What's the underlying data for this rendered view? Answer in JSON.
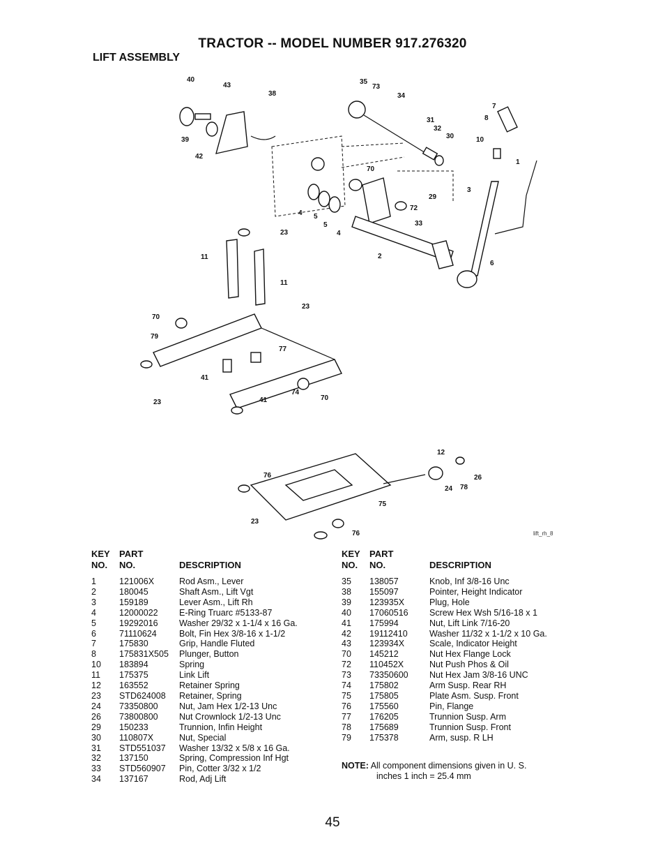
{
  "header": {
    "title": "TRACTOR -- MODEL NUMBER 917.276320",
    "section": "LIFT ASSEMBLY"
  },
  "figure": {
    "id_label": "lift_rh_8",
    "callouts": [
      "40",
      "43",
      "38",
      "39",
      "42",
      "35",
      "73",
      "34",
      "31",
      "7",
      "8",
      "32",
      "30",
      "10",
      "1",
      "70",
      "3",
      "29",
      "72",
      "33",
      "4",
      "5",
      "5",
      "4",
      "2",
      "6",
      "23",
      "11",
      "11",
      "23",
      "70",
      "79",
      "77",
      "41",
      "23",
      "74",
      "70",
      "41",
      "12",
      "76",
      "26",
      "24",
      "78",
      "75",
      "23",
      "76"
    ]
  },
  "table_headers": {
    "key": "KEY",
    "no": "NO.",
    "part": "PART",
    "part_no": "NO.",
    "description": "DESCRIPTION"
  },
  "parts_left": [
    {
      "key": "1",
      "part": "121006X",
      "desc": "Rod Asm., Lever"
    },
    {
      "key": "2",
      "part": "180045",
      "desc": "Shaft Asm., Lift Vgt"
    },
    {
      "key": "3",
      "part": "159189",
      "desc": "Lever Asm., Lift Rh"
    },
    {
      "key": "4",
      "part": "12000022",
      "desc": "E-Ring Truarc #5133-87"
    },
    {
      "key": "5",
      "part": "19292016",
      "desc": "Washer 29/32 x 1-1/4 x 16 Ga."
    },
    {
      "key": "6",
      "part": "71110624",
      "desc": "Bolt, Fin Hex 3/8-16 x 1-1/2"
    },
    {
      "key": "7",
      "part": "175830",
      "desc": "Grip, Handle Fluted"
    },
    {
      "key": "8",
      "part": "175831X505",
      "desc": "Plunger, Button"
    },
    {
      "key": "10",
      "part": "183894",
      "desc": "Spring"
    },
    {
      "key": "11",
      "part": "175375",
      "desc": "Link Lift"
    },
    {
      "key": "12",
      "part": "163552",
      "desc": "Retainer Spring"
    },
    {
      "key": "23",
      "part": "STD624008",
      "desc": "Retainer, Spring"
    },
    {
      "key": "24",
      "part": "73350800",
      "desc": "Nut, Jam Hex 1/2-13 Unc"
    },
    {
      "key": "26",
      "part": "73800800",
      "desc": "Nut Crownlock 1/2-13 Unc"
    },
    {
      "key": "29",
      "part": "150233",
      "desc": "Trunnion, Infin Height"
    },
    {
      "key": "30",
      "part": "110807X",
      "desc": "Nut, Special"
    },
    {
      "key": "31",
      "part": "STD551037",
      "desc": "Washer 13/32 x 5/8 x 16 Ga."
    },
    {
      "key": "32",
      "part": "137150",
      "desc": "Spring, Compression Inf Hgt"
    },
    {
      "key": "33",
      "part": "STD560907",
      "desc": "Pin, Cotter 3/32 x 1/2"
    },
    {
      "key": "34",
      "part": "137167",
      "desc": "Rod, Adj Lift"
    }
  ],
  "parts_right": [
    {
      "key": "35",
      "part": "138057",
      "desc": "Knob, Inf 3/8-16 Unc"
    },
    {
      "key": "38",
      "part": "155097",
      "desc": "Pointer, Height Indicator"
    },
    {
      "key": "39",
      "part": "123935X",
      "desc": "Plug, Hole"
    },
    {
      "key": "40",
      "part": "17060516",
      "desc": "Screw Hex Wsh 5/16-18 x 1"
    },
    {
      "key": "41",
      "part": "175994",
      "desc": "Nut, Lift Link 7/16-20"
    },
    {
      "key": "42",
      "part": "19112410",
      "desc": "Washer 11/32 x 1-1/2 x 10 Ga."
    },
    {
      "key": "43",
      "part": "123934X",
      "desc": "Scale, Indicator Height"
    },
    {
      "key": "70",
      "part": "145212",
      "desc": "Nut Hex Flange Lock"
    },
    {
      "key": "72",
      "part": "110452X",
      "desc": "Nut Push Phos & Oil"
    },
    {
      "key": "73",
      "part": "73350600",
      "desc": "Nut Hex Jam 3/8-16 UNC"
    },
    {
      "key": "74",
      "part": "175802",
      "desc": "Arm Susp. Rear RH"
    },
    {
      "key": "75",
      "part": "175805",
      "desc": "Plate Asm. Susp. Front"
    },
    {
      "key": "76",
      "part": "175560",
      "desc": "Pin, Flange"
    },
    {
      "key": "77",
      "part": "176205",
      "desc": "Trunnion Susp. Arm"
    },
    {
      "key": "78",
      "part": "175689",
      "desc": "Trunnion Susp. Front"
    },
    {
      "key": "79",
      "part": "175378",
      "desc": "Arm, susp. R LH"
    }
  ],
  "note": {
    "label": "NOTE:",
    "line1": "All component dimensions given in U. S.",
    "line2": "inches 1 inch = 25.4 mm"
  },
  "page_number": "45"
}
